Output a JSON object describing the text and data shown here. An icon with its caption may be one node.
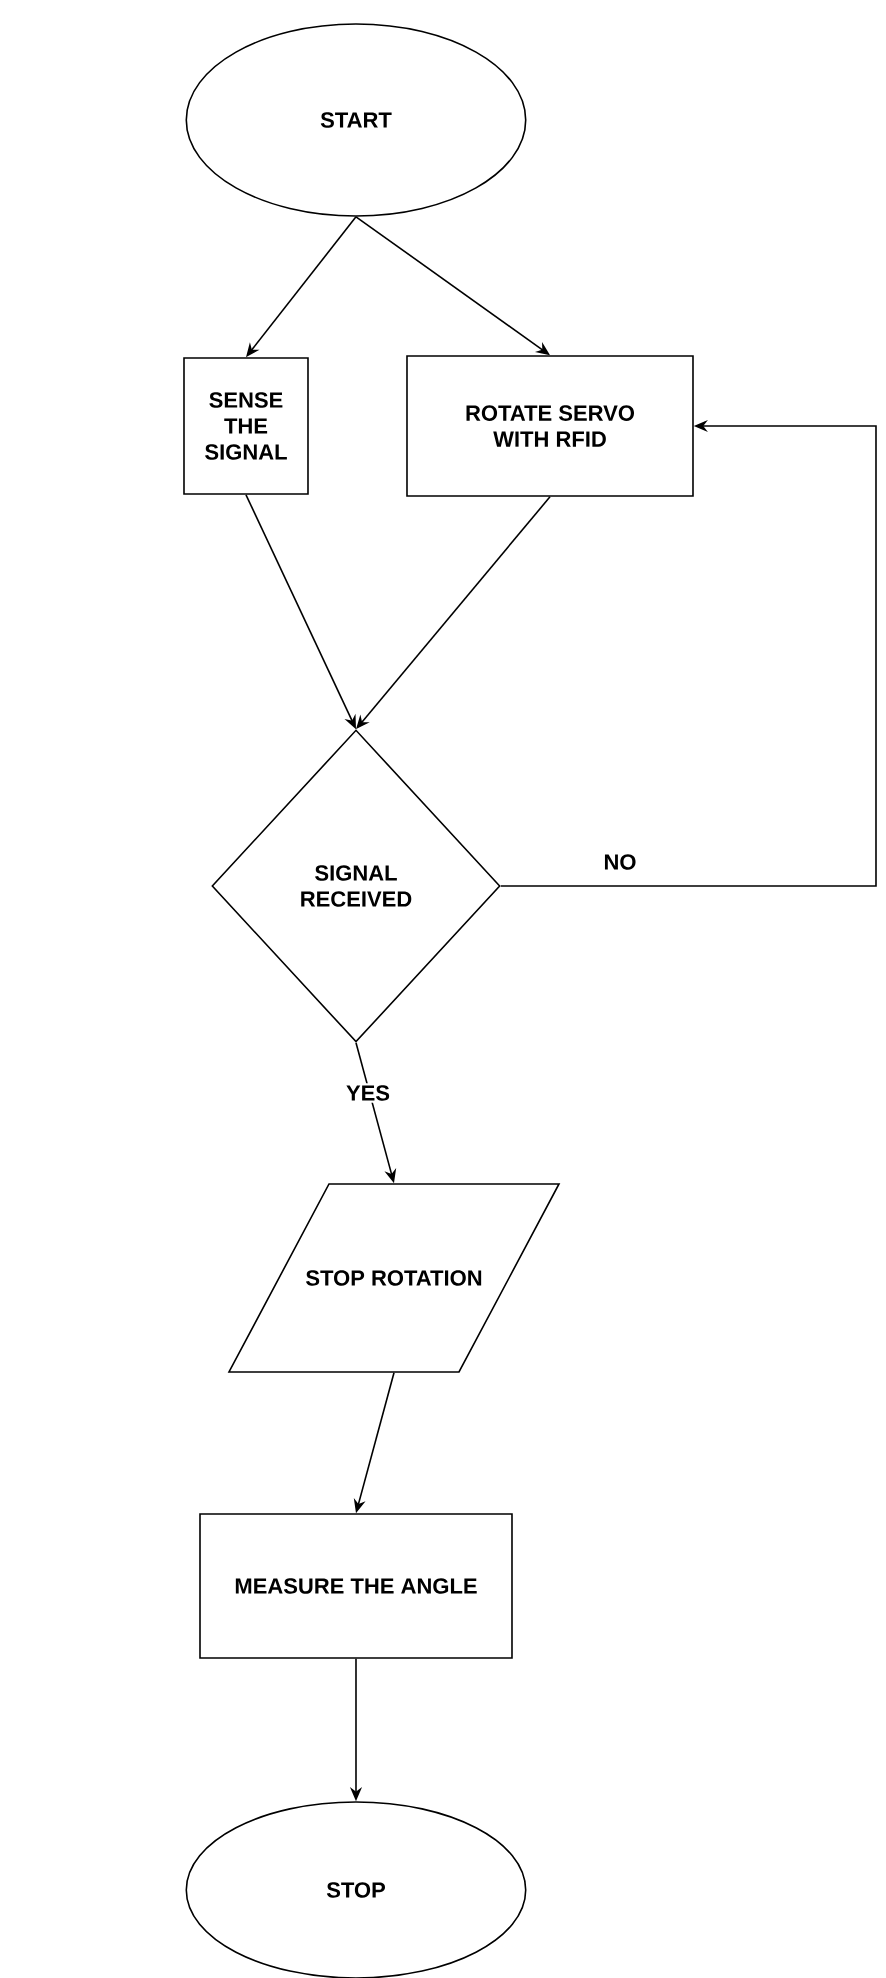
{
  "diagram": {
    "nodes": [
      {
        "text": [
          "START"
        ]
      },
      {
        "text": [
          "SENSE THE SIGNAL"
        ]
      },
      {
        "text": [
          "ROTATE SERVO WITH RFID"
        ]
      },
      {
        "text": [
          "SIGNAL RECEIVED"
        ]
      },
      {
        "text": [
          "STOP ROTATION"
        ]
      },
      {
        "text": [
          "MEASURE THE ANGLE"
        ]
      },
      {
        "text": [
          "STOP"
        ]
      }
    ],
    "edges": [
      {
        "from": 0,
        "to": 1,
        "arrow": "to"
      },
      {
        "from": 0,
        "to": 2,
        "arrow": "to"
      },
      {
        "from": 1,
        "to": 3,
        "arrow": "to"
      },
      {
        "from": 2,
        "to": 3,
        "arrow": "to"
      },
      {
        "from": 3,
        "to": 2,
        "arrow": "to",
        "label": "NO"
      },
      {
        "from": 3,
        "to": 4,
        "arrow": "to",
        "label": "YES"
      },
      {
        "from": 4,
        "to": 5,
        "arrow": "to"
      },
      {
        "from": 5,
        "to": 6,
        "arrow": "to"
      }
    ]
  }
}
